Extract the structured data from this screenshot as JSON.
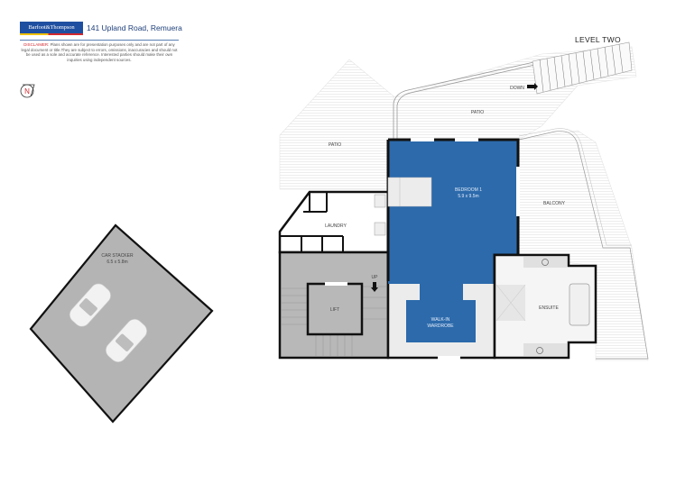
{
  "header": {
    "logo_text": "Barfoot&Thompson",
    "address": "141 Upland Road, Remuera",
    "disclaimer_label": "DISCLAIMER:",
    "disclaimer_text": "Plans shown are for presentation purposes only and are not part of any legal document or title.They are subject to errors, omissions, inaccuracies and should not be used as a sole and accurate reference. Interested parties should make their own inquiries using independent sources.",
    "colors": {
      "brand_blue": "#1f4fa0",
      "stripe_yellow": "#f2c200",
      "stripe_red": "#d4282f"
    }
  },
  "compass": {
    "label": "N",
    "icon": "north-arrow-icon"
  },
  "level": {
    "title": "LEVEL TWO"
  },
  "rooms": {
    "patio_left": {
      "name": "PATIO"
    },
    "patio_top": {
      "name": "PATIO"
    },
    "bedroom": {
      "name": "BEDROOM 1",
      "size": "5.9 x 9.5m"
    },
    "balcony": {
      "name": "BALCONY"
    },
    "laundry": {
      "name": "LAUNDRY"
    },
    "lift": {
      "name": "LIFT"
    },
    "stairs_up": {
      "label": "UP"
    },
    "stairs_down": {
      "label": "DOWN"
    },
    "walk_in": {
      "name": "WALK-IN",
      "name2": "WARDROBE"
    },
    "ensuite": {
      "name": "ENSUITE"
    },
    "car_stacker": {
      "name": "CAR STACKER",
      "size": "6.5 x 5.8m"
    }
  },
  "colors": {
    "highlight_blue": "#2c6aab",
    "wall": "#111111",
    "floor_grey": "#b4b4b4",
    "light_floor": "#ececec",
    "deck_line": "#dcdcdc"
  }
}
